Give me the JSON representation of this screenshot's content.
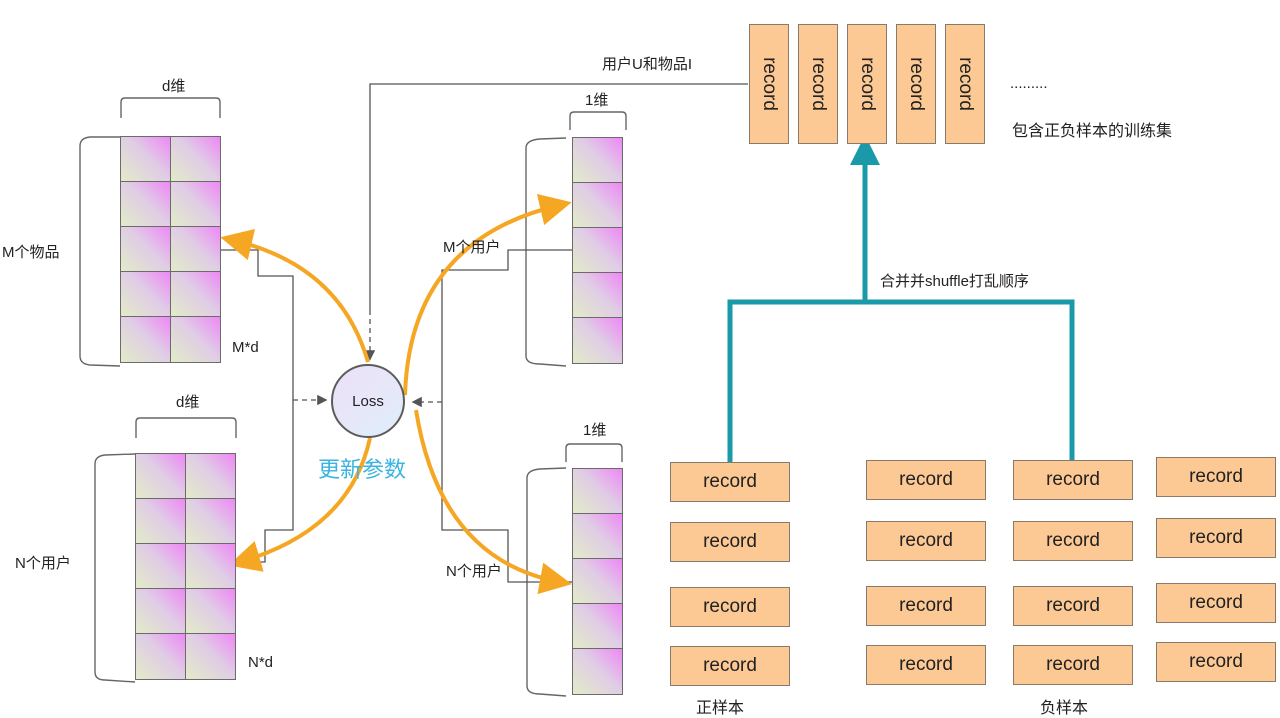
{
  "diagram": {
    "item_matrix": {
      "dim_label": "d维",
      "rows_label": "M个物品",
      "shape_label": "M*d",
      "rows": 5,
      "cols": 2
    },
    "user_matrix": {
      "dim_label": "d维",
      "rows_label": "N个用户",
      "shape_label": "N*d",
      "rows": 5,
      "cols": 2
    },
    "m_user_vector": {
      "dim_label": "1维",
      "rows_label": "M个用户",
      "rows": 5
    },
    "n_user_vector": {
      "dim_label": "1维",
      "rows_label": "N个用户",
      "rows": 5
    },
    "loss_node": {
      "label": "Loss"
    },
    "update_label": "更新参数",
    "input_label": "用户U和物品I",
    "training_set": {
      "records": [
        "record",
        "record",
        "record",
        "record",
        "record"
      ],
      "ellipsis": ".........",
      "caption": "包含正负样本的训练集"
    },
    "merge_label": "合并并shuffle打乱顺序",
    "positive_samples": {
      "caption": "正样本",
      "records": [
        "record",
        "record",
        "record",
        "record"
      ]
    },
    "negative_samples": {
      "caption": "负样本",
      "columns": [
        [
          "record",
          "record",
          "record",
          "record"
        ],
        [
          "record",
          "record",
          "record",
          "record"
        ],
        [
          "record",
          "record",
          "record",
          "record"
        ]
      ]
    },
    "colors": {
      "arrow_orange": "#f5a623",
      "merge_teal": "#1a9aa8",
      "record_fill": "#fcc894",
      "update_text": "#3ab4e0"
    }
  }
}
